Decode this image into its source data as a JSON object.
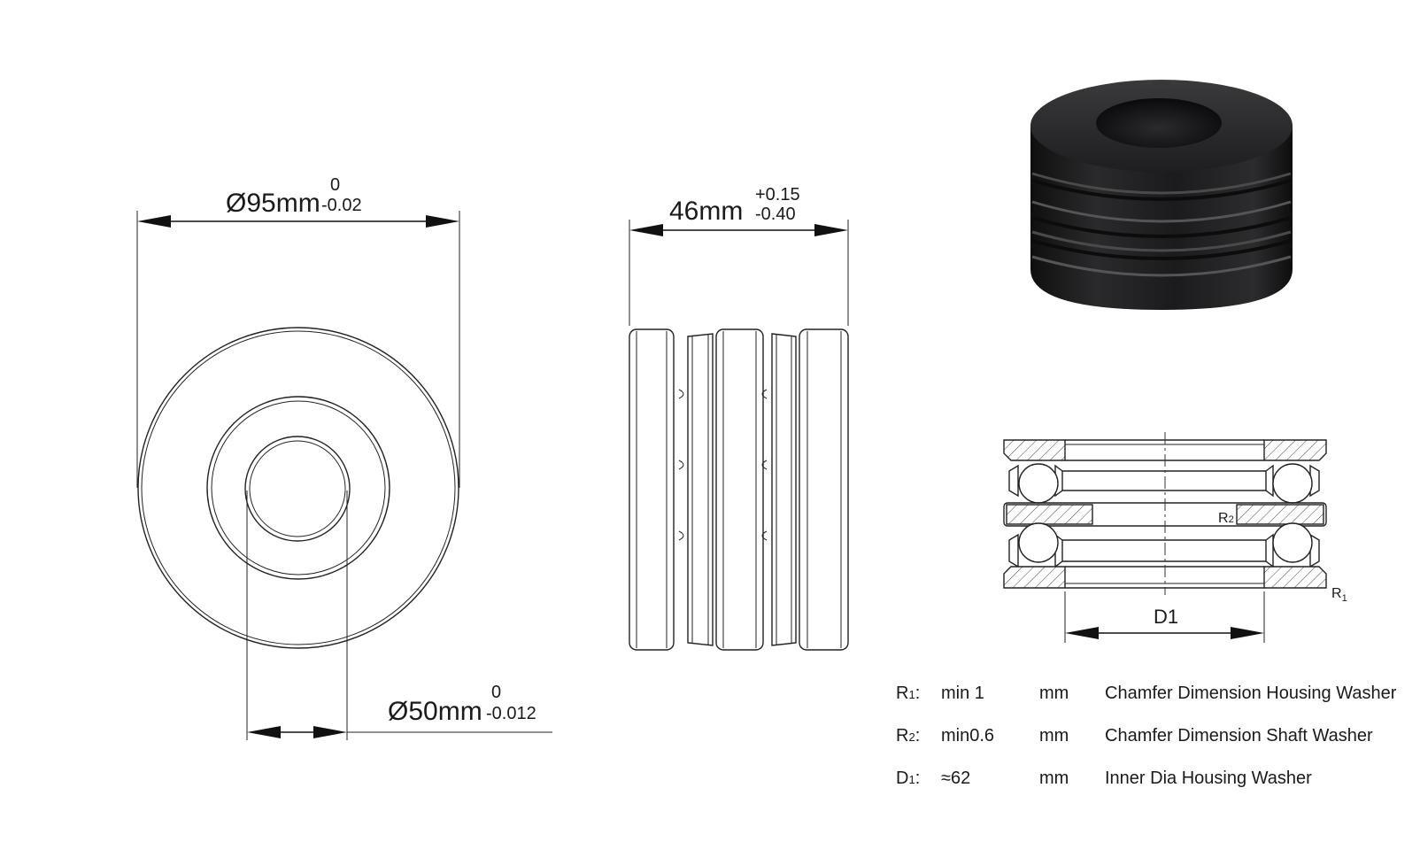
{
  "front_view": {
    "outer_diameter": {
      "value": "Ø95mm",
      "upper_tol": "0",
      "lower_tol": "-0.02"
    },
    "inner_diameter": {
      "value": "Ø50mm",
      "upper_tol": "0",
      "lower_tol": "-0.012"
    }
  },
  "side_view": {
    "height": {
      "value": "46mm",
      "upper_tol": "+0.15",
      "lower_tol": "-0.40"
    }
  },
  "photo": {
    "color": "#1c1c1c"
  },
  "section_view": {
    "label_d1": "D1",
    "label_r1": {
      "main": "R",
      "sub": "1"
    },
    "label_r2": {
      "main": "R",
      "sub": "2"
    }
  },
  "spec_table": [
    {
      "sym": "R",
      "sub": "1",
      "sep": ":",
      "value": "min 1",
      "unit": "mm",
      "description": "Chamfer Dimension Housing Washer"
    },
    {
      "sym": "R",
      "sub": "2",
      "sep": ":",
      "value": "min0.6",
      "unit": "mm",
      "description": "Chamfer Dimension Shaft Washer"
    },
    {
      "sym": "D",
      "sub": "1",
      "sep": ":",
      "value": "≈62",
      "unit": "mm",
      "description": "Inner Dia Housing Washer"
    }
  ]
}
